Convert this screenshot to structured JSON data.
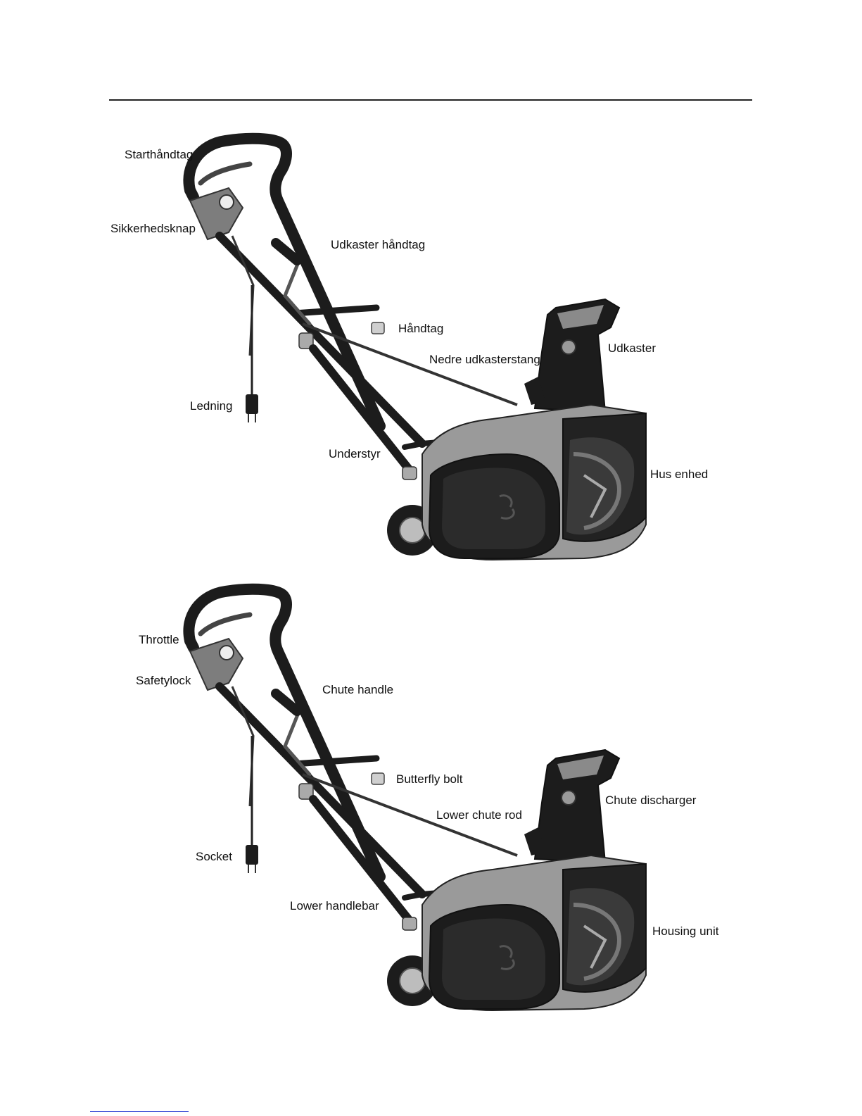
{
  "figures": [
    {
      "language": "da",
      "labels": {
        "throttle": "Starthåndtag",
        "safety_lock": "Sikkerhedsknap",
        "chute_handle": "Udkaster håndtag",
        "butterfly_bolt": "Håndtag",
        "chute_discharger": "Udkaster",
        "lower_chute_rod": "Nedre udkasterstang",
        "socket": "Ledning",
        "lower_handlebar": "Understyr",
        "housing_unit": "Hus enhed"
      }
    },
    {
      "language": "en",
      "labels": {
        "throttle": "Throttle",
        "safety_lock": "Safetylock",
        "chute_handle": "Chute handle",
        "butterfly_bolt": "Butterfly bolt",
        "chute_discharger": "Chute discharger",
        "lower_chute_rod": "Lower chute rod",
        "socket": "Socket",
        "lower_handlebar": "Lower handlebar",
        "housing_unit": "Housing unit"
      }
    }
  ],
  "colors": {
    "body_grey": "#9a9a9a",
    "dark": "#1c1c1c",
    "mid": "#555555",
    "footer_link": "#3a4bd6"
  }
}
